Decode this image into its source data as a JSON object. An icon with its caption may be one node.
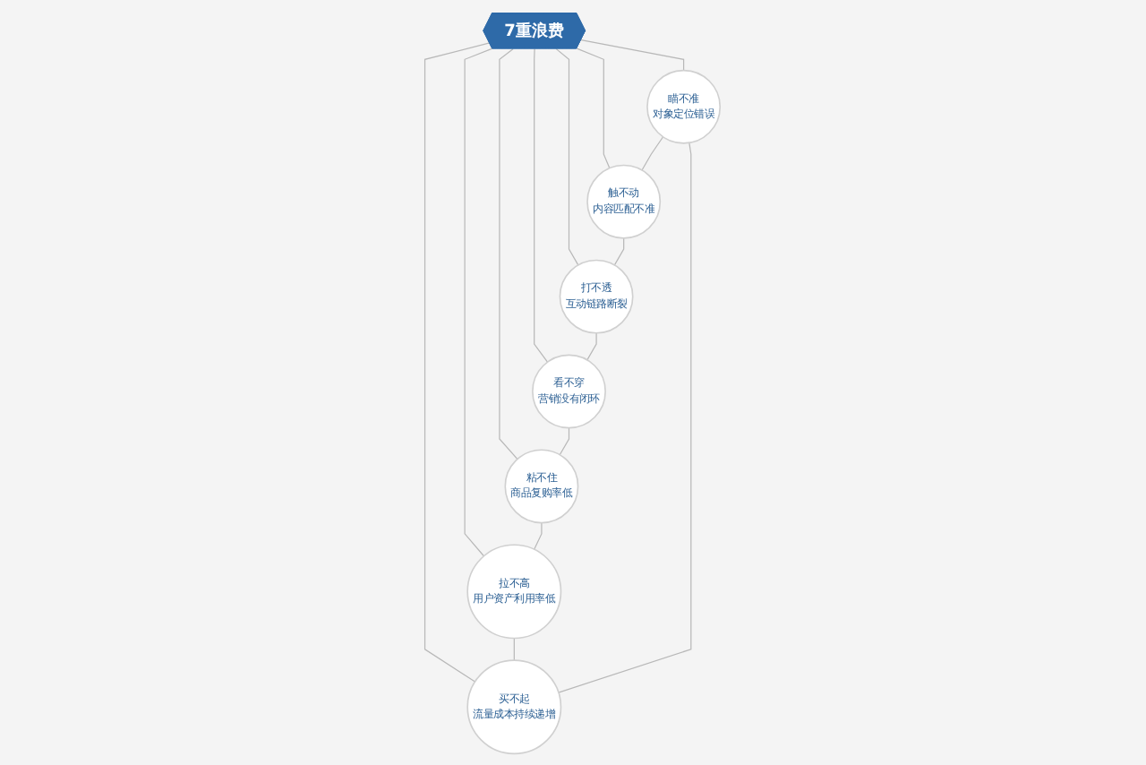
{
  "diagram": {
    "nodes": [
      {
        "text": [
          "7重浪费"
        ]
      },
      {
        "text": [
          "瞄不准",
          "对象定位错误"
        ]
      },
      {
        "text": [
          "触不动",
          "内容匹配不准"
        ]
      },
      {
        "text": [
          "打不透",
          "互动链路断裂"
        ]
      },
      {
        "text": [
          "看不穿",
          "营销没有闭环"
        ]
      },
      {
        "text": [
          "粘不住",
          "商品复购率低"
        ]
      },
      {
        "text": [
          "拉不高",
          "用户资产利用率低"
        ]
      },
      {
        "text": [
          "买不起",
          "流量成本持续递增"
        ]
      }
    ],
    "edges": [
      {
        "from": 0,
        "to": 1,
        "arrow": "none"
      },
      {
        "from": 0,
        "to": 2,
        "arrow": "none"
      },
      {
        "from": 0,
        "to": 3,
        "arrow": "none"
      },
      {
        "from": 0,
        "to": 4,
        "arrow": "none"
      },
      {
        "from": 0,
        "to": 5,
        "arrow": "none"
      },
      {
        "from": 0,
        "to": 6,
        "arrow": "none"
      },
      {
        "from": 0,
        "to": 7,
        "arrow": "none"
      },
      {
        "from": 1,
        "to": 2,
        "arrow": "none"
      },
      {
        "from": 2,
        "to": 3,
        "arrow": "none"
      },
      {
        "from": 3,
        "to": 4,
        "arrow": "none"
      },
      {
        "from": 4,
        "to": 5,
        "arrow": "none"
      },
      {
        "from": 5,
        "to": 6,
        "arrow": "none"
      },
      {
        "from": 6,
        "to": 7,
        "arrow": "none"
      },
      {
        "from": 7,
        "to": 1,
        "arrow": "none"
      }
    ]
  }
}
